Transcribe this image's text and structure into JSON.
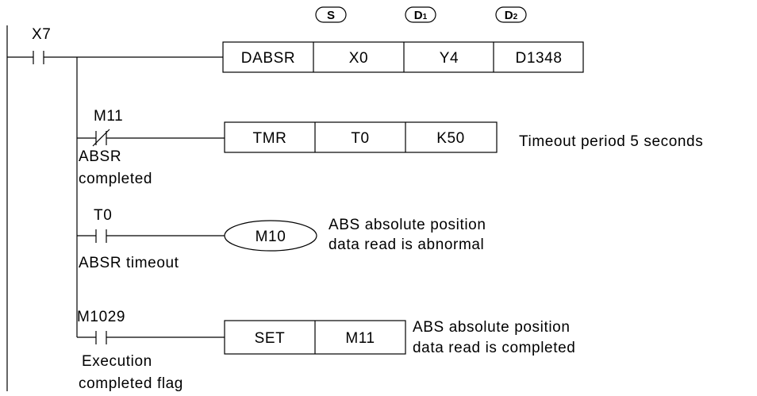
{
  "operand_headers": {
    "s": {
      "main": "S",
      "sub": ""
    },
    "d1": {
      "main": "D",
      "sub": "1"
    },
    "d2": {
      "main": "D",
      "sub": "2"
    }
  },
  "rungs": {
    "main": {
      "contact": "X7",
      "cells": [
        "DABSR",
        "X0",
        "Y4",
        "D1348"
      ]
    },
    "timer": {
      "contact": "M11",
      "contact_note": [
        "ABSR",
        "completed"
      ],
      "cells": [
        "TMR",
        "T0",
        "K50"
      ],
      "comment": "Timeout period 5 seconds"
    },
    "abnormal": {
      "contact": "T0",
      "contact_note": "ABSR timeout",
      "coil": "M10",
      "comment": [
        "ABS absolute position",
        "data read is abnormal"
      ]
    },
    "complete": {
      "contact": "M1029",
      "contact_note": [
        "Execution",
        "completed flag"
      ],
      "cells": [
        "SET",
        "M11"
      ],
      "comment": [
        "ABS absolute position",
        "data read is completed"
      ]
    }
  }
}
